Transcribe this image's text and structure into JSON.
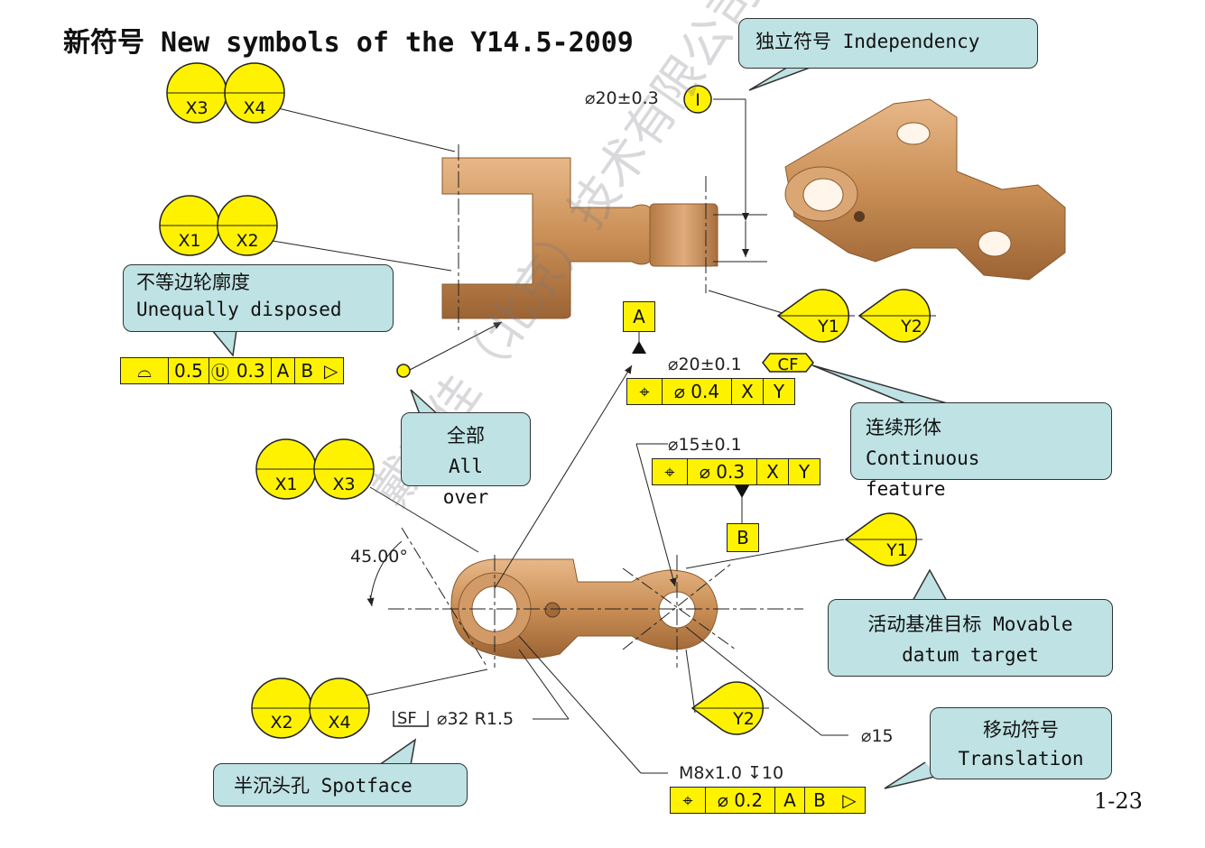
{
  "title": "新符号 New symbols of the Y14.5-2009",
  "page_number": "1-23",
  "watermark": "戴克佳（北京）技术有限公司",
  "callouts": {
    "independency": [
      "独立符号 Independency"
    ],
    "unequally": [
      "不等边轮廓度",
      "Unequally disposed"
    ],
    "all_over": [
      "全部",
      "All",
      "over"
    ],
    "continuous": [
      "连续形体",
      "Continuous",
      "feature"
    ],
    "movable": [
      "活动基准目标 Movable",
      "datum target"
    ],
    "translation": [
      "移动符号",
      "Translation"
    ],
    "spotface": [
      "半沉头孔 Spotface"
    ]
  },
  "balloons": {
    "top_x3": "X3",
    "top_x4": "X4",
    "mid_x1": "X1",
    "mid_x2": "X2",
    "low_x1": "X1",
    "low_x3": "X3",
    "bot_x2": "X2",
    "bot_x4": "X4",
    "y1_top": "Y1",
    "y2_top": "Y2",
    "y1_right": "Y1",
    "y2_bottom": "Y2"
  },
  "dims": {
    "dia20_i": "⌀20±0.3",
    "independency_symbol": "I",
    "dia20_cf": "⌀20±0.1",
    "cf": "CF",
    "dia15": "⌀15±0.1",
    "angle": "45.00°",
    "spotface": "⌀32 R1.5",
    "spotface_sym": "SF",
    "dia15_plain": "⌀15",
    "thread": "M8x1.0 ↧10"
  },
  "datums": {
    "a": "A",
    "b": "B"
  },
  "fcf_profile": [
    "⌓",
    "0.5",
    "Ⓤ",
    "0.3",
    "A",
    "B",
    "▷"
  ],
  "fcf_pos_cf": [
    "⌖",
    "⌀ 0.4",
    "X",
    "Y"
  ],
  "fcf_pos_15": [
    "⌖",
    "⌀ 0.3",
    "X",
    "Y"
  ],
  "fcf_pos_m8": [
    "⌖",
    "⌀ 0.2",
    "A",
    "B",
    "▷"
  ],
  "colors": {
    "yellow": "#fff200",
    "callout": "#bfe2e4",
    "bronze": "#c98e55"
  }
}
